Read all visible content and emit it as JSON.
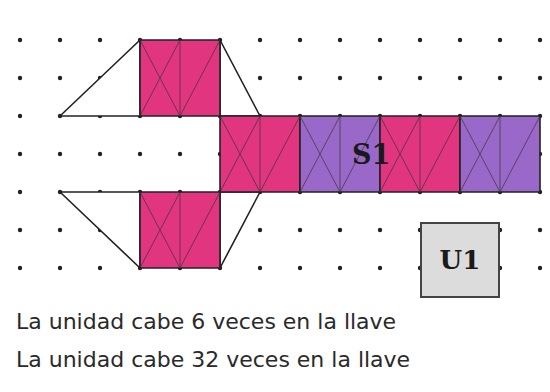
{
  "diagram": {
    "nodes": [
      {
        "text": [
          "U1"
        ]
      }
    ],
    "labels": [
      "S1",
      "La unidad cabe 6 veces en la llave",
      "La unidad cabe 32 veces en la llave"
    ]
  }
}
